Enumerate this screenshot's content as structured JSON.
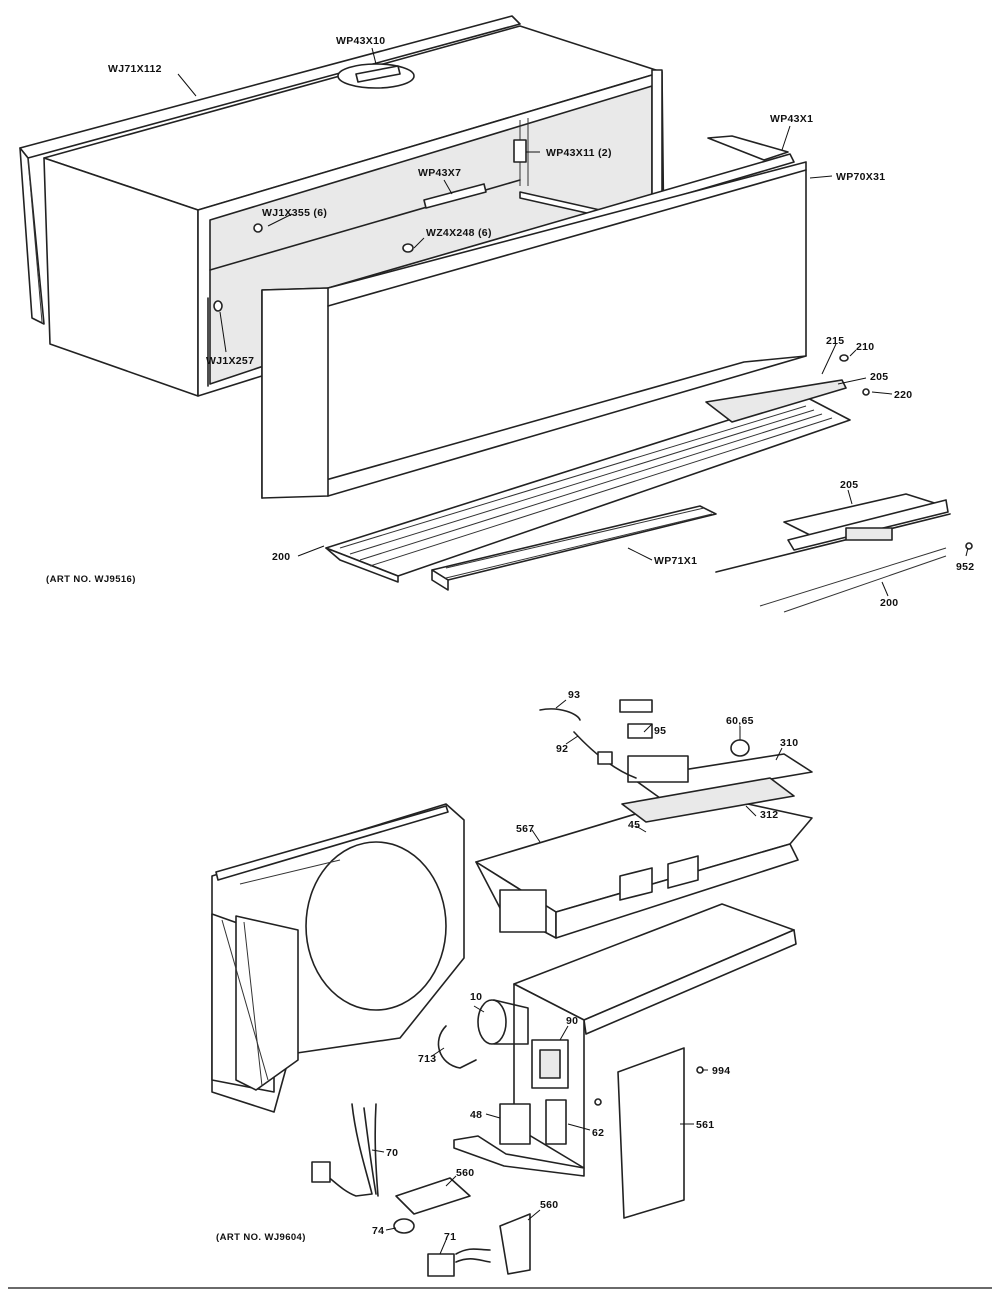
{
  "diagram": {
    "upper": {
      "caption": "(ART NO. WJ9516)",
      "callouts": {
        "wj71x112": "WJ71X112",
        "wp43x10": "WP43X10",
        "wp43x11": "WP43X11 (2)",
        "wp43x1": "WP43X1",
        "wp70x31": "WP70X31",
        "wp43x7": "WP43X7",
        "wj1x355": "WJ1X355 (6)",
        "wz4x248": "WZ4X248 (6)",
        "wj1x257": "WJ1X257",
        "p215": "215",
        "p210": "210",
        "p205a": "205",
        "p220": "220",
        "p205b": "205",
        "p200a": "200",
        "wp71x1": "WP71X1",
        "p952": "952",
        "p200b": "200"
      }
    },
    "lower": {
      "caption": "(ART NO. WJ9604)",
      "callouts": {
        "p93": "93",
        "p92": "92",
        "p95": "95",
        "p6065": "60,65",
        "p310": "310",
        "p312": "312",
        "p45": "45",
        "p567": "567",
        "p10": "10",
        "p90": "90",
        "p713": "713",
        "p994": "994",
        "p48": "48",
        "p62": "62",
        "p561": "561",
        "p70": "70",
        "p560a": "560",
        "p74": "74",
        "p71": "71",
        "p560b": "560"
      }
    }
  }
}
